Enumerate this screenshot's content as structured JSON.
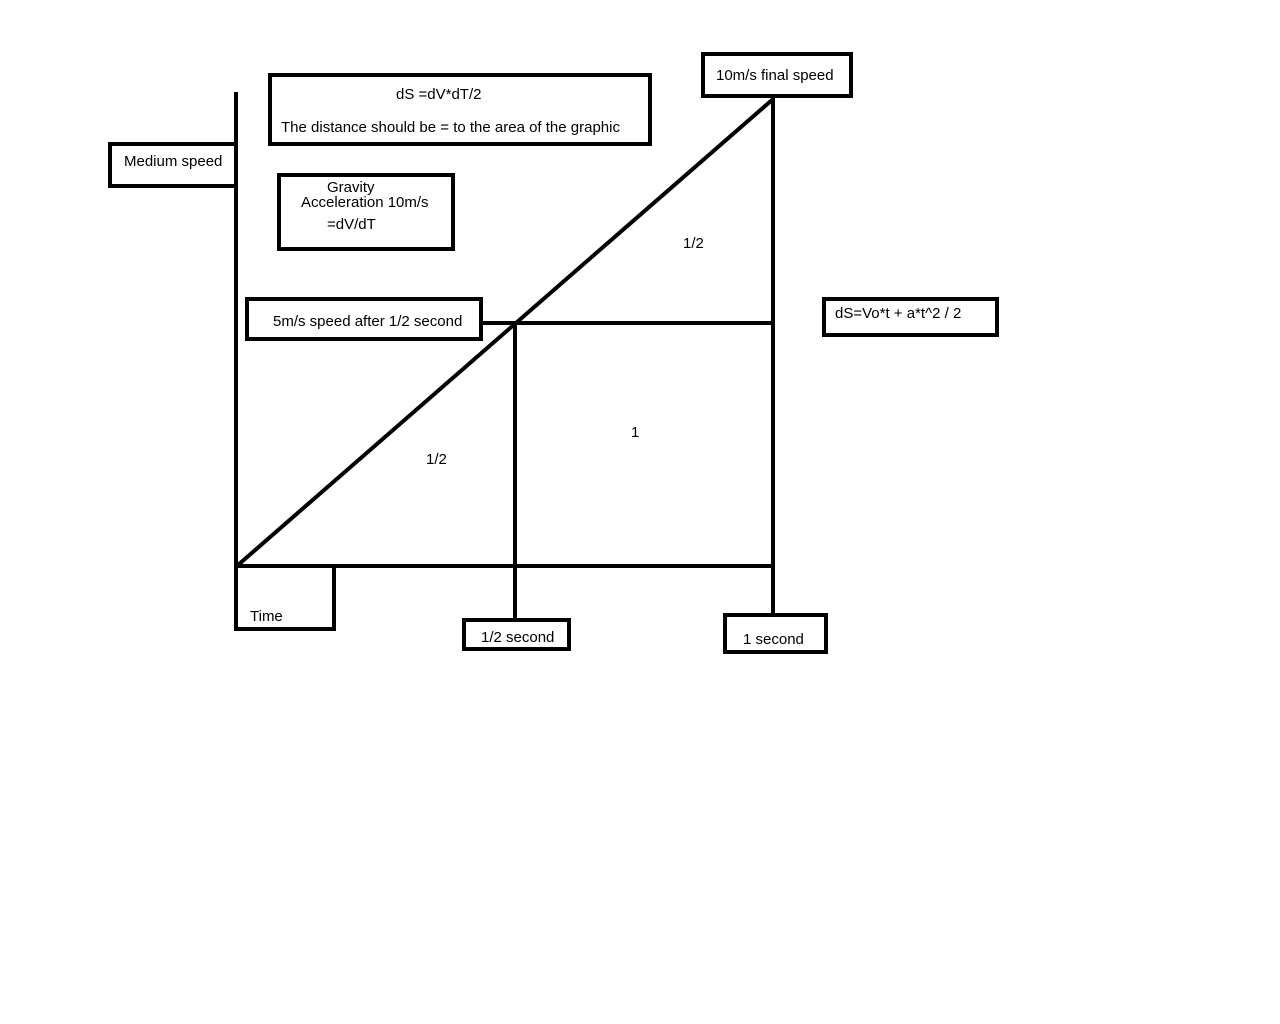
{
  "colors": {
    "ink": "#000000",
    "background": "#ffffff"
  },
  "labels": {
    "medium_speed": "Medium speed",
    "formula_area": "dS =dV*dT/2",
    "area_note": "The distance should be = to the area of the graphic",
    "gravity_line1": "Gravity",
    "gravity_line2": "Acceleration 10m/s",
    "gravity_line3": "=dV/dT",
    "final_speed": "10m/s final speed",
    "half_speed": "5m/s speed after 1/2 second",
    "kinematics_formula": "dS=Vo*t + a*t^2 /  2",
    "time": "Time",
    "half_second": "1/2 second",
    "one_second": "1 second"
  },
  "regions": {
    "upper_triangle": "1/2",
    "rectangle": "1",
    "lower_triangle": "1/2"
  }
}
